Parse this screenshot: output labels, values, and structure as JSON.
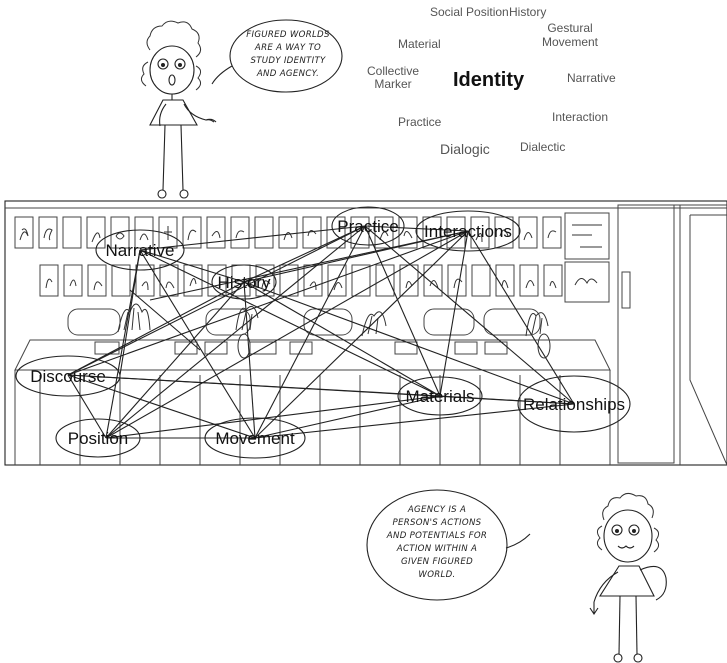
{
  "top_speech_lines": [
    "FIGURED WORLDS",
    "ARE A WAY TO",
    "STUDY IDENTITY",
    "AND AGENCY."
  ],
  "bottom_speech_lines": [
    "AGENCY IS A",
    "PERSON'S ACTIONS",
    "AND POTENTIALS FOR",
    "ACTION WITHIN A",
    "GIVEN FIGURED",
    "WORLD."
  ],
  "word_cloud": {
    "identity": "Identity",
    "social_position": "Social Position",
    "history": "History",
    "gestural_line1": "Gestural",
    "gestural_line2": "Movement",
    "material": "Material",
    "collective_line1": "Collective",
    "collective_line2": "Marker",
    "narrative": "Narrative",
    "practice": "Practice",
    "interaction": "Interaction",
    "dialogic": "Dialogic",
    "dialectic": "Dialectic"
  },
  "nodes": {
    "narrative": "Narrative",
    "practice": "Practice",
    "interactions": "Interactions",
    "history": "History",
    "discourse": "Discourse",
    "materials": "Materials",
    "relationships": "Relationships",
    "position": "Position",
    "movement": "Movement"
  }
}
